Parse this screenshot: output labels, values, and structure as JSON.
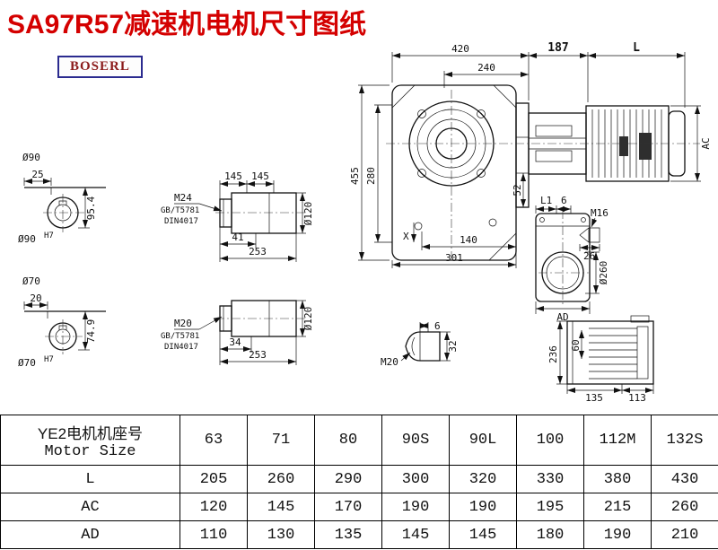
{
  "page": {
    "title": "SA97R57减速机电机尺寸图纸",
    "logo": "BOSERL"
  },
  "drawing": {
    "main": {
      "w420": "420",
      "w240": "240",
      "w187": "187",
      "len_l": "L",
      "h455": "455",
      "h280": "280",
      "h52": "52",
      "w140": "140",
      "w301": "301",
      "x_mark": "X",
      "ac": "AC"
    },
    "shaft_a": {
      "dia": "Ø90",
      "len": "25",
      "height": "95.4",
      "bore": "Ø90",
      "tol": "H7"
    },
    "shaft_b": {
      "dia": "Ø70",
      "len": "20",
      "height": "74.9",
      "bore": "Ø70",
      "tol": "H7"
    },
    "detail_a": {
      "seg1": "145",
      "seg2": "145",
      "dia": "Ø120",
      "thread": "M24",
      "std1": "GB/T5781",
      "std2": "DIN4017",
      "l1": "41",
      "l2": "253"
    },
    "detail_b": {
      "dia": "Ø120",
      "thread": "M20",
      "std1": "GB/T5781",
      "std2": "DIN4017",
      "l1": "34",
      "l2": "253"
    },
    "side": {
      "l1": "L1",
      "n6": "6",
      "m16": "M16",
      "n26": "26",
      "dia260": "Ø260",
      "ad": "AD"
    },
    "rear": {
      "h236": "236",
      "h60": "60",
      "w135": "135",
      "w113": "113"
    },
    "bolt": {
      "n6": "6",
      "n32": "32",
      "m20": "M20"
    }
  },
  "table": {
    "header": {
      "line1": "YE2电机机座号",
      "line2": "Motor Size",
      "sizes": [
        "63",
        "71",
        "80",
        "90S",
        "90L",
        "100",
        "112M",
        "132S"
      ]
    },
    "rows": [
      {
        "label": "L",
        "values": [
          "205",
          "260",
          "290",
          "300",
          "320",
          "330",
          "380",
          "430"
        ]
      },
      {
        "label": "AC",
        "values": [
          "120",
          "145",
          "170",
          "190",
          "190",
          "195",
          "215",
          "260"
        ]
      },
      {
        "label": "AD",
        "values": [
          "110",
          "130",
          "135",
          "145",
          "145",
          "180",
          "190",
          "210"
        ]
      }
    ]
  }
}
